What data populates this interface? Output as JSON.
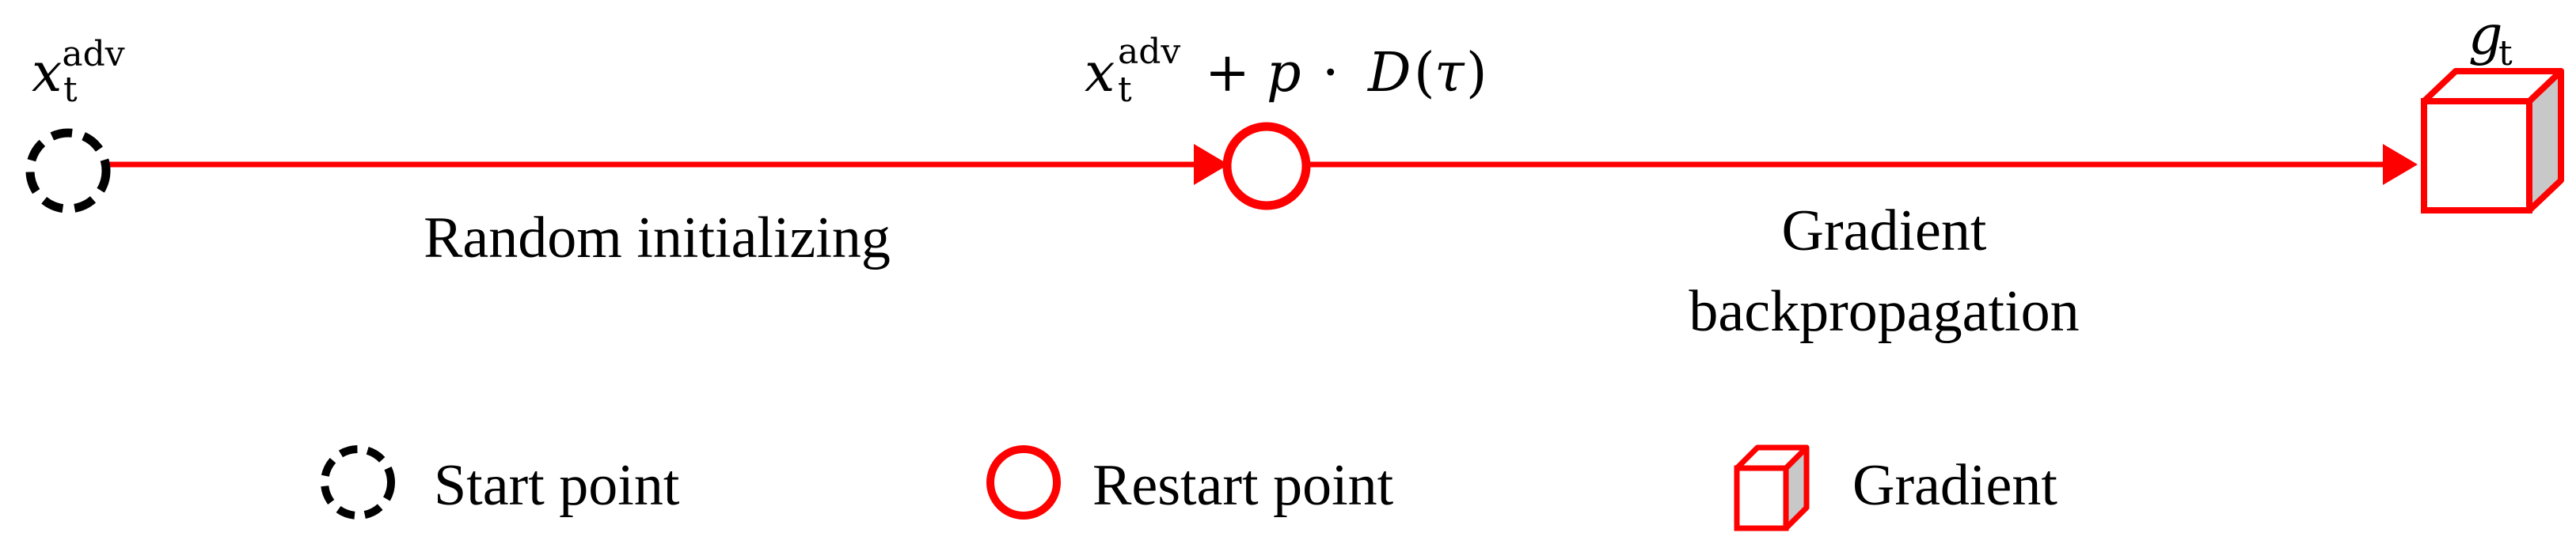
{
  "diagram": {
    "nodes": {
      "start": {
        "label_var": "x",
        "label_sub": "t",
        "label_sup": "adv"
      },
      "restart": {
        "label_var": "x",
        "label_sub": "t",
        "label_sup": "adv",
        "label_op": "+",
        "label_p": "p",
        "label_dot": "·",
        "label_D": "D",
        "label_open": "(",
        "label_tau": "τ",
        "label_close": ")"
      },
      "gradient": {
        "label_var": "g",
        "label_sub": "t"
      }
    },
    "edges": {
      "random_init": {
        "label": "Random initializing"
      },
      "backprop": {
        "label_line1": "Gradient",
        "label_line2": "backpropagation"
      }
    },
    "legend": {
      "start_point": "Start point",
      "restart_point": "Restart point",
      "gradient": "Gradient"
    },
    "colors": {
      "red": "#ff0000",
      "black": "#000000",
      "cube_side": "#c8c8c8"
    }
  }
}
